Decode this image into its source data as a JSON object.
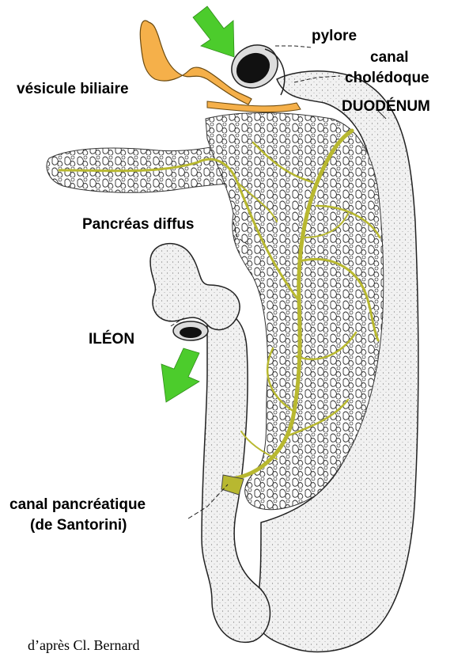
{
  "labels": {
    "pylore": "pylore",
    "canal_choledoque_1": "canal",
    "canal_choledoque_2": "cholédoque",
    "vesicule": "vésicule biliaire",
    "duodenum": "DUODÉNUM",
    "pancreas": "Pancréas diffus",
    "ileon": "ILÉON",
    "canal_pancreatique_1": "canal pancréatique",
    "canal_pancreatique_2": "(de Santorini)"
  },
  "credit": "d’après Cl. Bernard",
  "colors": {
    "gallbladder": "#f5b04a",
    "duct": "#b8b830",
    "arrow": "#4ccc2c",
    "gut": "#eeeeee",
    "outline": "#222222"
  }
}
